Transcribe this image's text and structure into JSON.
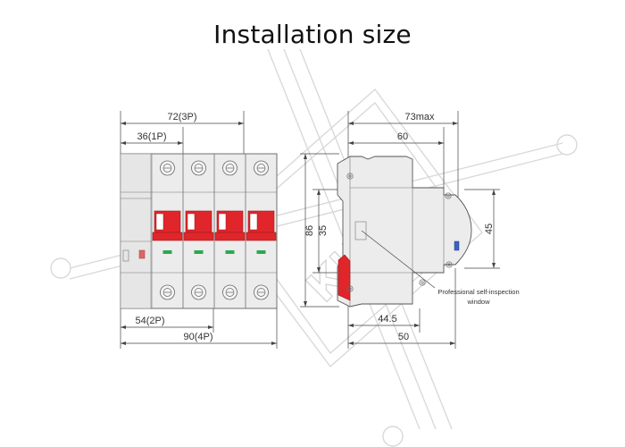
{
  "title": "Installation size",
  "watermark": {
    "text": "КИЦ"
  },
  "front_view": {
    "dims": {
      "top_outer": "72(3P)",
      "top_inner": "36(1P)",
      "bottom_inner": "54(2P)",
      "bottom_outer": "90(4P)"
    },
    "pole_count": 4
  },
  "side_view": {
    "dims": {
      "top_outer": "73max",
      "top_inner": "60",
      "left_outer": "86",
      "left_inner": "35",
      "right": "45",
      "bottom_inner": "44.5",
      "bottom_outer": "50"
    },
    "callout": {
      "line1": "Professional self-inspection",
      "line2": "window"
    }
  },
  "colors": {
    "handle_red": "#e0262b",
    "indicator_green": "#2fa84f",
    "body_grey": "#ececec",
    "watermark": "#d9d9d9"
  }
}
